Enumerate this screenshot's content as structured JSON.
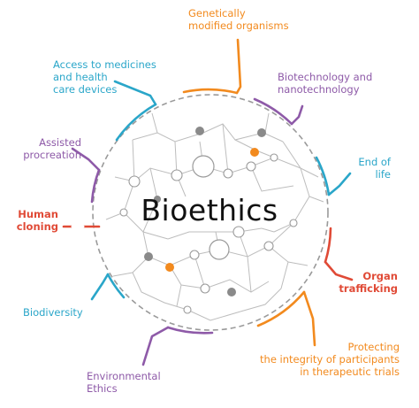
{
  "title": "Bioethics",
  "colors": {
    "orange": "#f28a1e",
    "purple": "#8e5aa8",
    "blue": "#2aa6c9",
    "red": "#e04a36",
    "gray": "#9a9a9a",
    "dark_gray": "#8a8a8a",
    "text": "#111111"
  },
  "topics": [
    {
      "key": "gmo",
      "lines": [
        "Genetically",
        "modified organisms"
      ],
      "color": "orange"
    },
    {
      "key": "medicines",
      "lines": [
        "Access to medicines",
        "and health",
        "care devices"
      ],
      "color": "blue"
    },
    {
      "key": "biotech",
      "lines": [
        "Biotechnology and",
        "nanotechnology"
      ],
      "color": "purple"
    },
    {
      "key": "assisted",
      "lines": [
        "Assisted",
        "procreation"
      ],
      "color": "purple"
    },
    {
      "key": "endoflife",
      "lines": [
        "End of",
        "life"
      ],
      "color": "blue"
    },
    {
      "key": "cloning",
      "lines": [
        "Human",
        "cloning"
      ],
      "color": "red"
    },
    {
      "key": "organ",
      "lines": [
        "Organ",
        "trafficking"
      ],
      "color": "red"
    },
    {
      "key": "biodiversity",
      "lines": [
        "Biodiversity"
      ],
      "color": "blue"
    },
    {
      "key": "protecting",
      "lines": [
        "Protecting",
        "the integrity of participants",
        "in therapeutic trials"
      ],
      "color": "orange"
    },
    {
      "key": "environmental",
      "lines": [
        "Environmental",
        "Ethics"
      ],
      "color": "purple"
    }
  ]
}
